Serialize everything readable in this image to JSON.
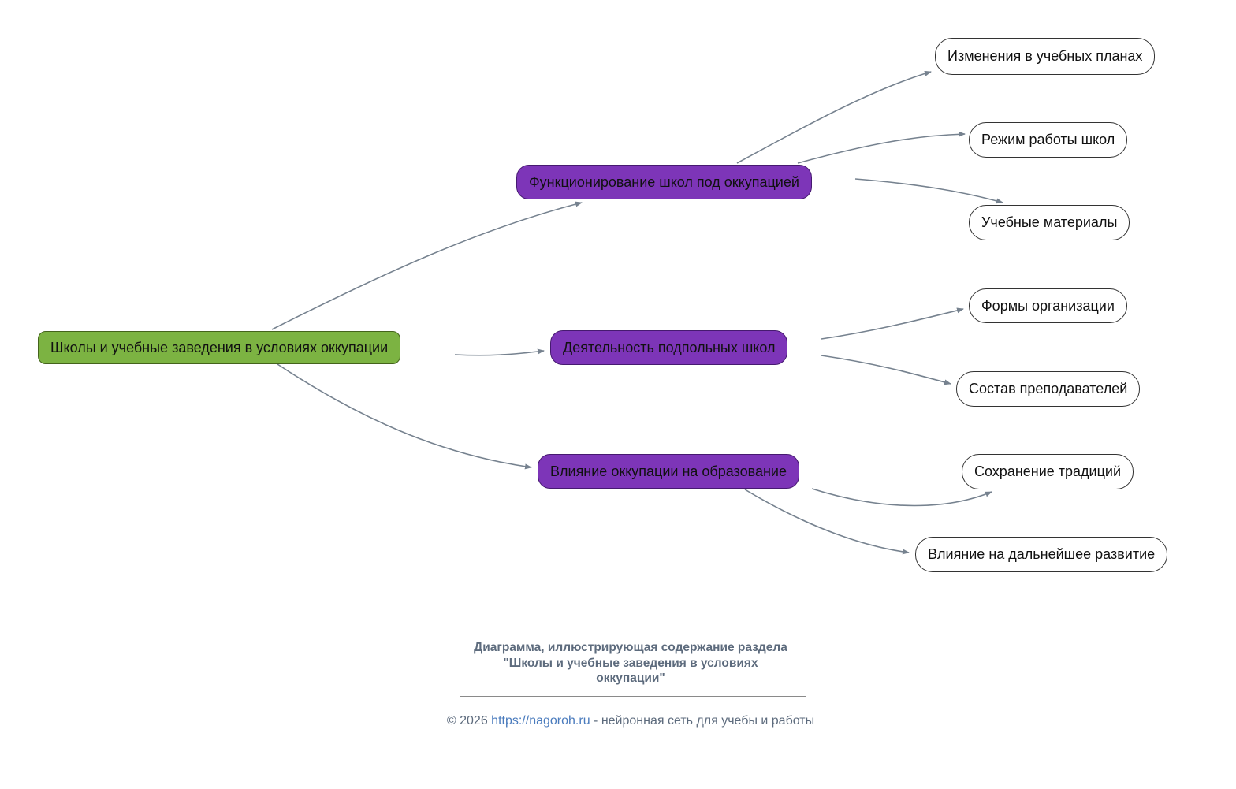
{
  "diagram": {
    "root": {
      "label": "Школы и учебные заведения в условиях оккупации"
    },
    "branches": [
      {
        "label": "Функционирование школ под оккупацией",
        "children": [
          "Изменения в учебных планах",
          "Режим работы школ",
          "Учебные материалы"
        ]
      },
      {
        "label": "Деятельность подпольных школ",
        "children": [
          "Формы организации",
          "Состав преподавателей"
        ]
      },
      {
        "label": "Влияние оккупации на образование",
        "children": [
          "Сохранение традиций",
          "Влияние на дальнейшее развитие"
        ]
      }
    ],
    "colors": {
      "root_fill": "#7cb342",
      "branch_fill": "#7d35b8",
      "leaf_fill": "#ffffff",
      "edge": "#76828f"
    }
  },
  "caption": {
    "line1": "Диаграмма, иллюстрирующая содержание раздела",
    "line2": "\"Школы и учебные заведения в условиях",
    "line3": "оккупации\""
  },
  "footer": {
    "prefix": "© 2026 ",
    "link": "https://nagoroh.ru",
    "suffix": " - нейронная сеть для учебы и работы"
  }
}
